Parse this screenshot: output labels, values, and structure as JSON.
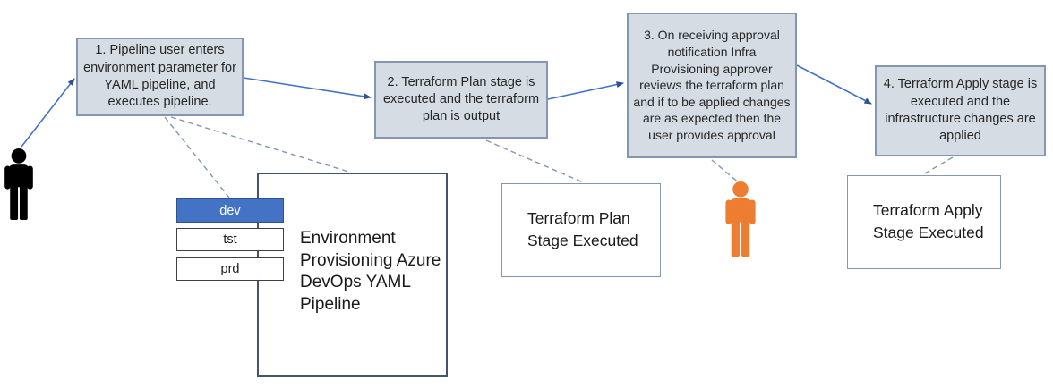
{
  "diagram": {
    "steps": [
      {
        "text": "1. Pipeline user enters environment  parameter for YAML pipeline, and executes pipeline."
      },
      {
        "text": "2. Terraform Plan stage is executed and the terraform plan is output"
      },
      {
        "text": "3. On receiving approval notification Infra Provisioning approver reviews the terraform plan and if to be applied changes are as expected then the user provides approval"
      },
      {
        "text": "4. Terraform Apply stage is executed and the infrastructure changes are applied"
      }
    ],
    "environments": {
      "selected": "dev",
      "options": [
        {
          "label": "dev"
        },
        {
          "label": "tst"
        },
        {
          "label": "prd"
        }
      ]
    },
    "artifacts": {
      "pipeline": "Environment Provisioning Azure DevOps YAML Pipeline",
      "plan_stage": "Terraform Plan Stage Executed",
      "apply_stage": "Terraform Apply Stage Executed"
    },
    "actors": {
      "user": {
        "name": "pipeline-user",
        "color": "#000000"
      },
      "approver": {
        "name": "infra-provisioning-approver",
        "color": "#ED7D31"
      }
    },
    "colors": {
      "step_fill": "#D6DCE4",
      "step_border": "#8496B0",
      "arrow_line": "#4472C4",
      "arrow_head": "#2F528F",
      "dashed_line": "#8496B0",
      "selected_env_fill": "#4472C4",
      "selected_env_text": "#FFFFFF",
      "pipeline_box_border": "#44546A"
    }
  }
}
